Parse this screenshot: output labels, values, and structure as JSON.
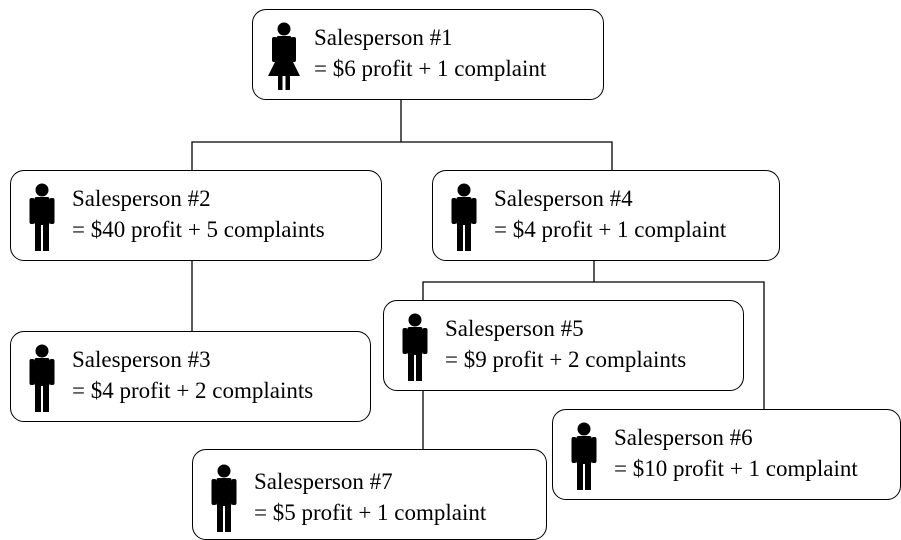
{
  "diagram": {
    "nodes": [
      {
        "id": "n1",
        "title": "Salesperson #1",
        "detail": "= $6 profit + 1 complaint",
        "icon": "female-person-icon"
      },
      {
        "id": "n2",
        "title": "Salesperson #2",
        "detail": "= $40 profit + 5 complaints",
        "icon": "male-person-icon"
      },
      {
        "id": "n3",
        "title": "Salesperson #3",
        "detail": "= $4 profit + 2 complaints",
        "icon": "male-person-icon"
      },
      {
        "id": "n4",
        "title": "Salesperson #4",
        "detail": "= $4 profit + 1 complaint",
        "icon": "male-person-icon"
      },
      {
        "id": "n5",
        "title": "Salesperson #5",
        "detail": "= $9 profit + 2 complaints",
        "icon": "male-person-icon"
      },
      {
        "id": "n6",
        "title": "Salesperson #6",
        "detail": "= $10 profit + 1 complaint",
        "icon": "male-person-icon"
      },
      {
        "id": "n7",
        "title": "Salesperson #7",
        "detail": "= $5 profit + 1 complaint",
        "icon": "male-person-icon"
      }
    ],
    "edges": [
      {
        "from": "n1",
        "to": "n2"
      },
      {
        "from": "n1",
        "to": "n4"
      },
      {
        "from": "n2",
        "to": "n3"
      },
      {
        "from": "n4",
        "to": "n5"
      },
      {
        "from": "n4",
        "to": "n6"
      },
      {
        "from": "n5",
        "to": "n7"
      }
    ]
  }
}
